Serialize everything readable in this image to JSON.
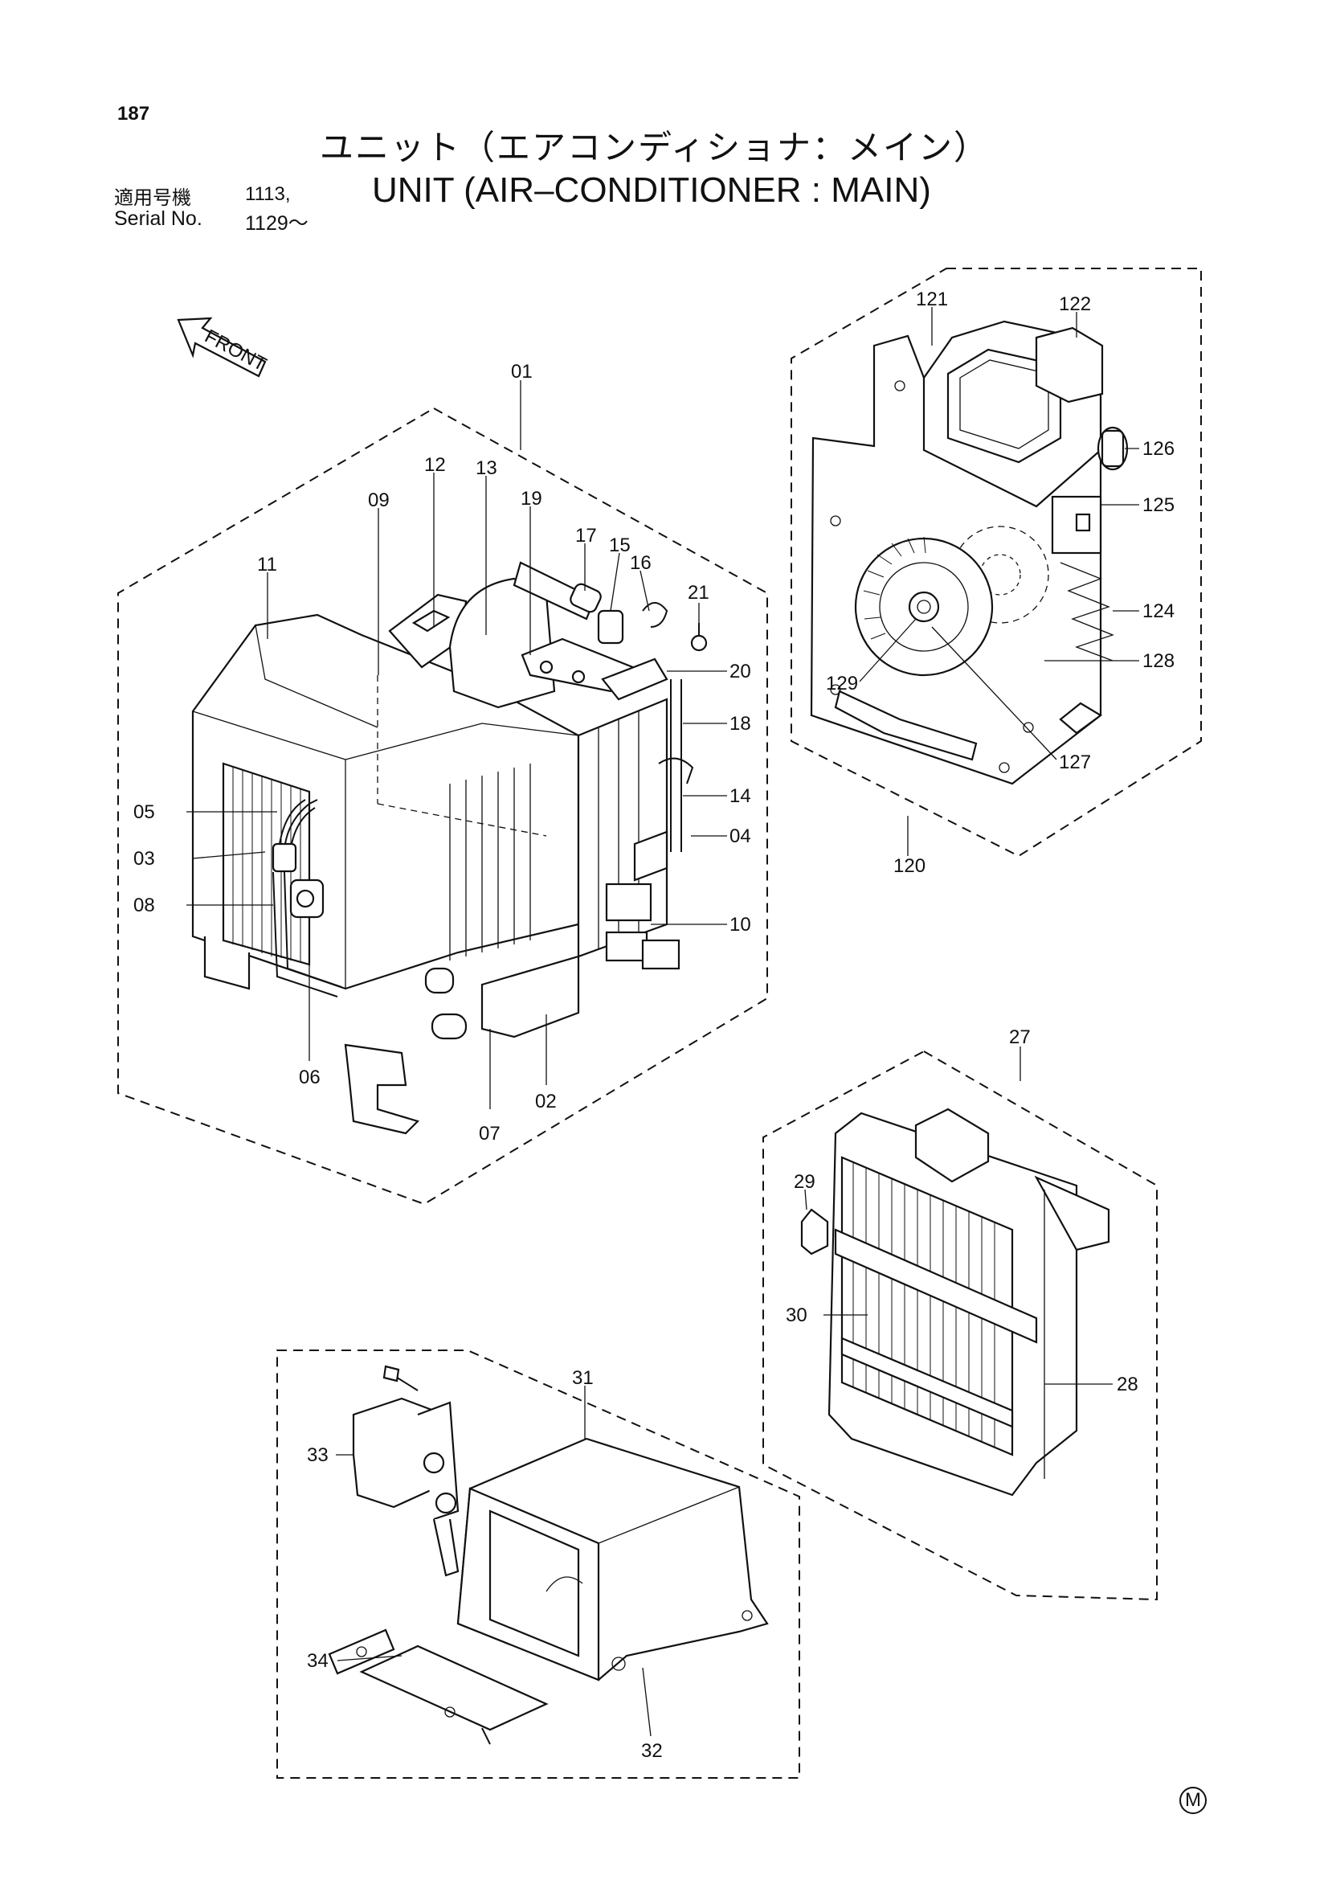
{
  "header": {
    "page_number": "187",
    "title_jp": "ユニット（エアコンディショナ：メイン）",
    "title_en": "UNIT (AIR–CONDITIONER : MAIN)",
    "applicable_label_jp": "適用号機",
    "applicable_value_jp": "1113,",
    "serial_label": "Serial No.",
    "serial_value": "1129～"
  },
  "front_label": "FRONT",
  "callouts": {
    "c01": "01",
    "c02": "02",
    "c03": "03",
    "c04": "04",
    "c05": "05",
    "c06": "06",
    "c07": "07",
    "c08": "08",
    "c09": "09",
    "c10": "10",
    "c11": "11",
    "c12": "12",
    "c13": "13",
    "c14": "14",
    "c15": "15",
    "c16": "16",
    "c17": "17",
    "c18": "18",
    "c19": "19",
    "c20": "20",
    "c21": "21",
    "c120": "120",
    "c121": "121",
    "c122": "122",
    "c124": "124",
    "c125": "125",
    "c126": "126",
    "c127": "127",
    "c128": "128",
    "c129": "129",
    "c27": "27",
    "c28": "28",
    "c29": "29",
    "c30": "30",
    "c31": "31",
    "c32": "32",
    "c33": "33",
    "c34": "34"
  },
  "footer_mark": "M"
}
